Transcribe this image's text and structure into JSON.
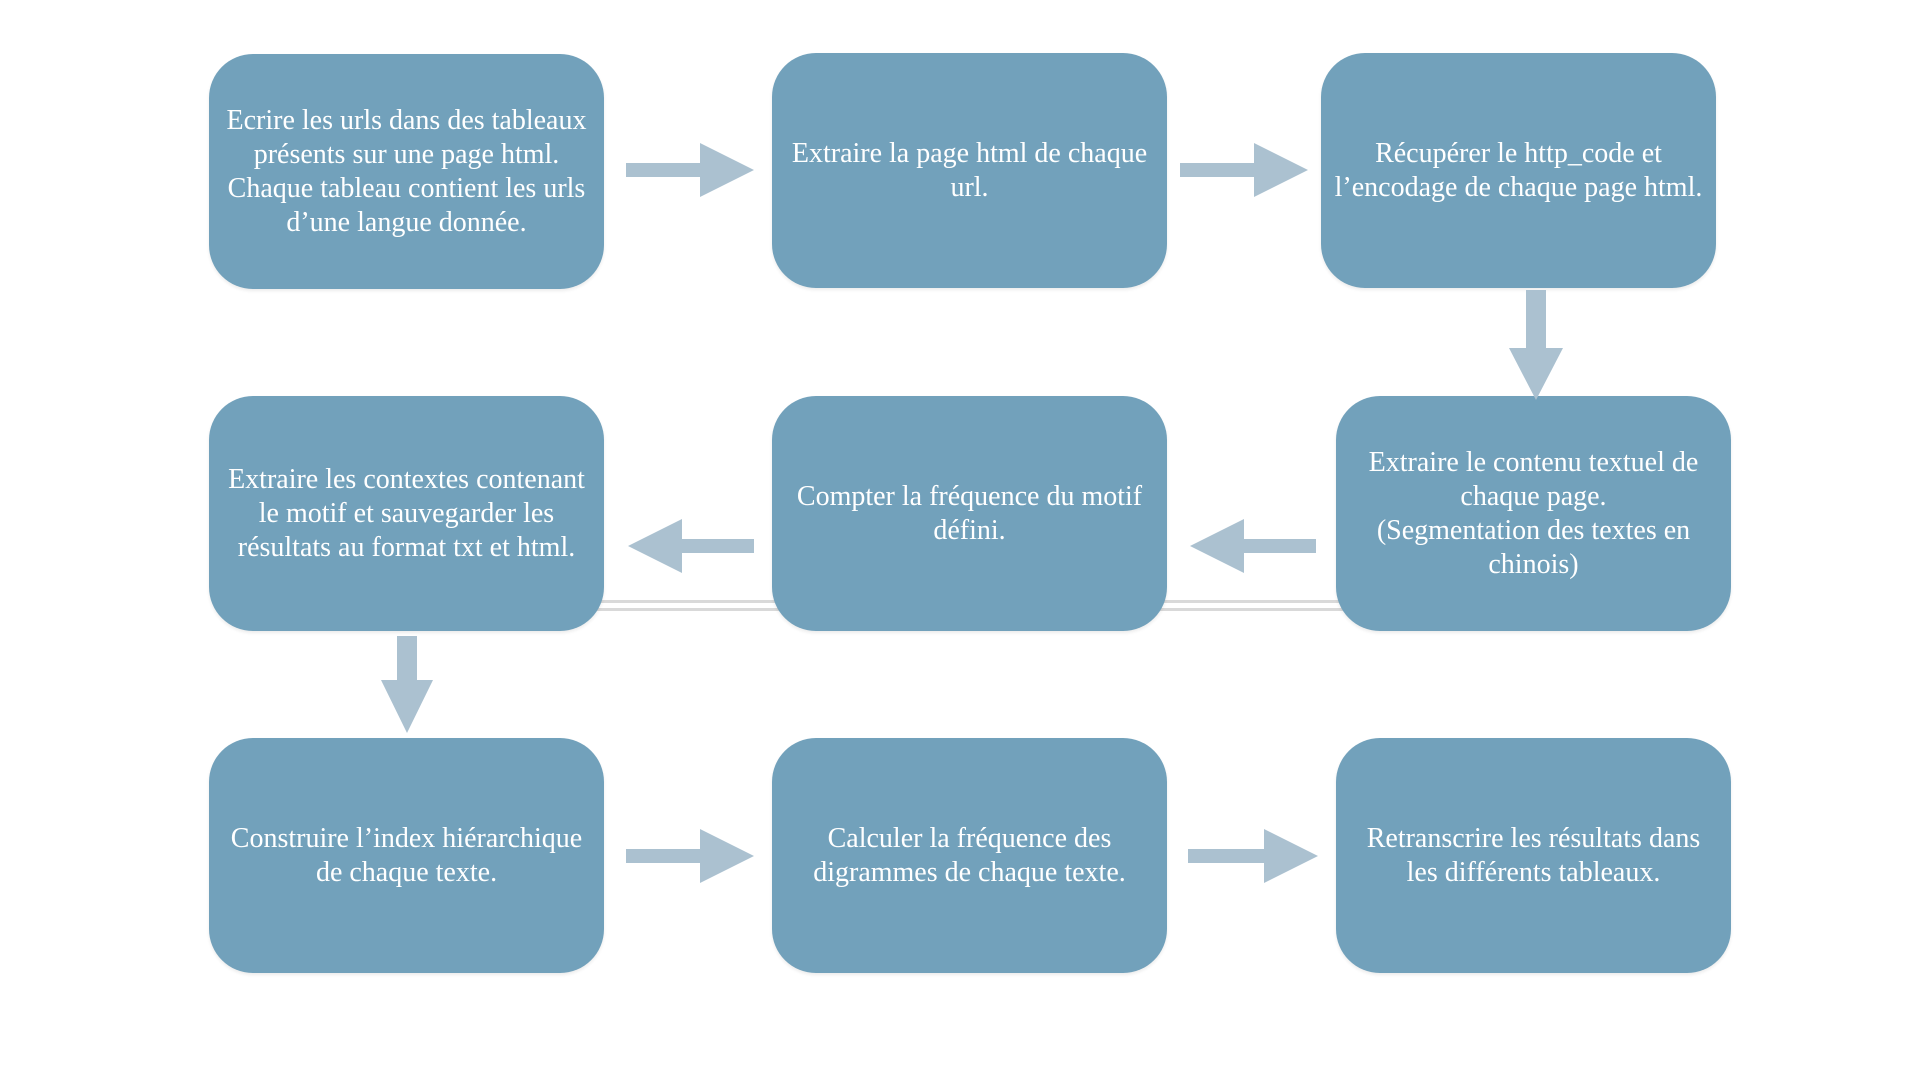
{
  "colors": {
    "box_fill": "#72a1bb",
    "box_text": "#ffffff",
    "arrow_fill": "#abc1d0",
    "connector_line": "#d9d9d9",
    "background": "#ffffff"
  },
  "steps": [
    {
      "id": "step1",
      "text": "Ecrire les urls dans des tableaux\nprésents sur une page html.\nChaque tableau contient les urls\nd’une langue donnée."
    },
    {
      "id": "step2",
      "text": "Extraire la page html de chaque\nurl."
    },
    {
      "id": "step3",
      "text": "Récupérer le http_code et\nl’encodage de chaque page html."
    },
    {
      "id": "step4",
      "text": "Extraire le contenu textuel de\nchaque page.\n(Segmentation des textes en\nchinois)"
    },
    {
      "id": "step5",
      "text": "Compter la fréquence du motif\ndéfini."
    },
    {
      "id": "step6",
      "text": "Extraire les contextes contenant\nle motif et sauvegarder les\nrésultats au format txt et html."
    },
    {
      "id": "step7",
      "text": "Construire l’index hiérarchique\nde chaque texte."
    },
    {
      "id": "step8",
      "text": "Calculer la fréquence des\ndigrammes de chaque texte."
    },
    {
      "id": "step9",
      "text": "Retranscrire les résultats dans\nles différents tableaux."
    }
  ],
  "flow": [
    {
      "from": "step1",
      "to": "step2",
      "direction": "right"
    },
    {
      "from": "step2",
      "to": "step3",
      "direction": "right"
    },
    {
      "from": "step3",
      "to": "step4",
      "direction": "down"
    },
    {
      "from": "step4",
      "to": "step5",
      "direction": "left"
    },
    {
      "from": "step5",
      "to": "step6",
      "direction": "left"
    },
    {
      "from": "step6",
      "to": "step7",
      "direction": "down"
    },
    {
      "from": "step7",
      "to": "step8",
      "direction": "right"
    },
    {
      "from": "step8",
      "to": "step9",
      "direction": "right"
    }
  ]
}
